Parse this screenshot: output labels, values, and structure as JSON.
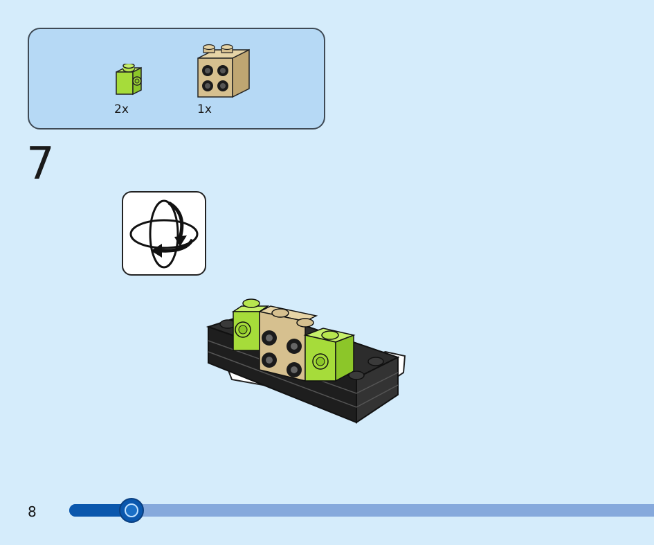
{
  "parts_list": {
    "items": [
      {
        "name": "lime-green-brick-1x1-with-side-stud",
        "color": "#a6dc3a",
        "quantity": "2x"
      },
      {
        "name": "tan-brick-2x2-with-side-studs",
        "color": "#d6c08f",
        "quantity": "1x"
      }
    ]
  },
  "step": {
    "number": "7"
  },
  "rotate_icon": {
    "name": "rotate-model-icon"
  },
  "footer": {
    "page_number": "8",
    "progress": 0.11
  },
  "colors": {
    "background": "#d5ecfb",
    "parts_box": "#b6d9f5",
    "progress_track": "#86a9dc",
    "progress_fill": "#0a57ad"
  }
}
